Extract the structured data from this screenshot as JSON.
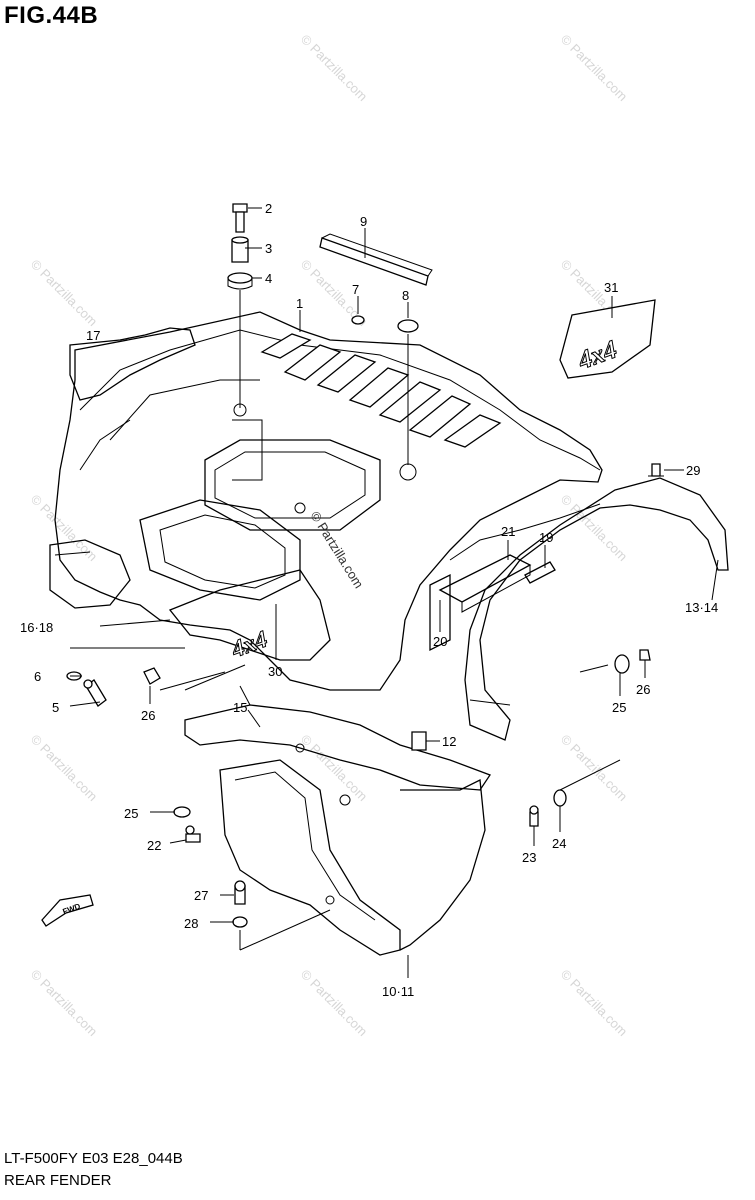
{
  "figure": {
    "title": "FIG.44B",
    "code": "LT-F500FY E03 E28_044B",
    "name": "REAR FENDER"
  },
  "watermark": "© Partzilla.com",
  "center_watermark": "© Partzilla.com",
  "fender_emblem": "4x4",
  "decal_31_text": "4x4",
  "fwd_arrow_label": "FWD",
  "labels": [
    "1",
    "2",
    "3",
    "4",
    "5",
    "6",
    "7",
    "8",
    "9",
    "10·11",
    "12",
    "13·14",
    "15",
    "16·18",
    "17",
    "19",
    "20",
    "21",
    "22",
    "23",
    "24",
    "25",
    "25",
    "26",
    "26",
    "27",
    "28",
    "29",
    "30",
    "31"
  ]
}
